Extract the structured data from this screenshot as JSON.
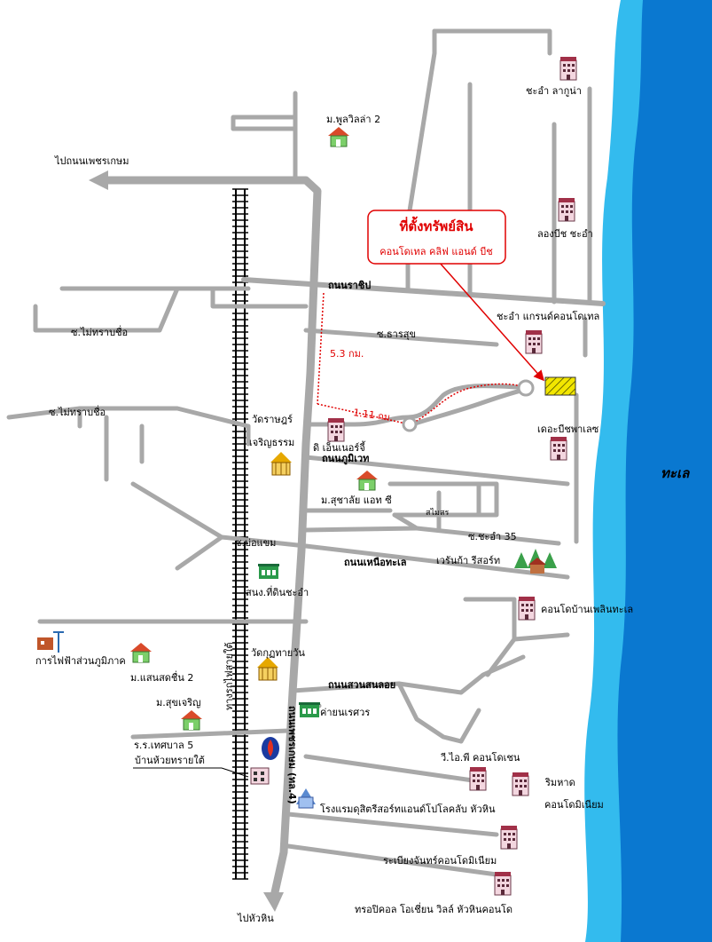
{
  "title": {
    "main": "ที่ตั้งทรัพย์สิน",
    "sub": "คอนโดเทล คลิฟ แอนด์ บีช"
  },
  "sea_label": "ทะเล",
  "distances": {
    "vertical": "5.3 กม.",
    "horizontal": "1.11 กม."
  },
  "roads": {
    "to_phetkasem": "ไปถนนเพชรเกษม",
    "to_huahin": "ไปหัวหิน",
    "rachapip": "ถนนราชิป",
    "soi_unknown_1": "ซ.ไม่ทราบชื่อ",
    "soi_unknown_2": "ซ.ไม่ทราบชื่อ",
    "soi_thansuk": "ซ.ธารสุข",
    "phumiwet": "ถนนภูมิเวท",
    "soi_boinam": "ซ.บ่อแขม",
    "nuea_thale": "ถนนเหนือทะเล",
    "soi_chaam35": "ซ.ชะอำ 35",
    "suan_son_noi": "ถนนสวนสนลอย",
    "phetkasem_vertical": "ถนนเพชรเกษม (ทล.4)",
    "railway": "ทางรถไฟสายใต้",
    "somsri": "สไมสร"
  },
  "places": {
    "cha_am_laguna": "ชะอำ ลากูน่า",
    "pool_villa": "ม.พูลวิลล่า 2",
    "long_beach": "ลองบีช ชะอำ",
    "grand_condotel": "ชะอำ แกรนด์คอนโดเทล",
    "wat_rat": "วัดราษฎร์",
    "charoen_tham": "เจริญธรรม",
    "the_energy": "ดิ เอ็นเนอร์จี้",
    "beach_palace": "เดอะบีชพาเลซ",
    "m_suchalai": "ม.สุชาลัย แอท ซี",
    "varanka": "เวรันก้า รีสอร์ท",
    "municipal_office": "สนง.ที่ดินชะอำ",
    "condo_ban_ploen": "คอนโดบ้านเพลินทะเล",
    "electricity": "การไฟฟ้าส่วนภูมิภาค",
    "m_saensuk": "ม.แสนสดชื่น 2",
    "wat_kutthayawan": "วัดกุฏทายวัน",
    "camp_naresuan": "ค่ายนเรศวร",
    "m_sukcharoen": "ม.สุขเจริญ",
    "school": "ร.ร.เทศบาล 5",
    "ban_huaisai": "บ้านห้วยทรายใต้",
    "vip_condo": "วี.ไอ.พี คอนโดเชน",
    "rimhat": "ริมหาด",
    "condominium": "คอนโดมิเนียม",
    "dusit": "โรงแรมดุสิตรีสอร์ทแอนด์โปโลคลับ หัวหิน",
    "rabiang": "ระเบียงจันทร์คอนโดมิเนียม",
    "tropical": "ทรอปิคอล โอเชี่ยน วิลล์ หัวหินคอนโด"
  },
  "colors": {
    "sea_light": "#33bbee",
    "sea_dark": "#0a78d0",
    "road": "#a8a8a8",
    "title_red": "#e00000",
    "property": "#f2e600"
  }
}
